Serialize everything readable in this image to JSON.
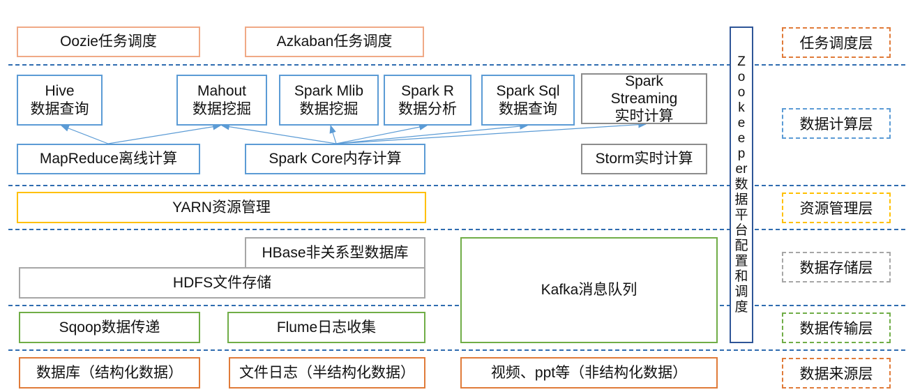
{
  "scheduling_layer": {
    "oozie": "Oozie任务调度",
    "azkaban": "Azkaban任务调度",
    "label": "任务调度层"
  },
  "compute_layer": {
    "hive": [
      "Hive",
      "数据查询"
    ],
    "mahout": [
      "Mahout",
      "数据挖掘"
    ],
    "spark_mlib": [
      "Spark Mlib",
      "数据挖掘"
    ],
    "spark_r": [
      "Spark R",
      "数据分析"
    ],
    "spark_sql": [
      "Spark Sql",
      "数据查询"
    ],
    "spark_streaming": [
      "Spark",
      "Streaming",
      "实时计算"
    ],
    "mapreduce": "MapReduce离线计算",
    "spark_core": "Spark Core内存计算",
    "storm": "Storm实时计算",
    "label": "数据计算层"
  },
  "resource_layer": {
    "yarn": "YARN资源管理",
    "label": "资源管理层"
  },
  "storage_layer": {
    "hbase": "HBase非关系型数据库",
    "hdfs": "HDFS文件存储",
    "kafka": "Kafka消息队列",
    "label": "数据存储层"
  },
  "transport_layer": {
    "sqoop": "Sqoop数据传递",
    "flume": "Flume日志收集",
    "label": "数据传输层"
  },
  "source_layer": {
    "database": "数据库（结构化数据）",
    "file_log": "文件日志（半结构化数据）",
    "video_ppt": "视频、ppt等（非结构化数据）",
    "label": "数据来源层"
  },
  "zookeeper": "Zookeeper数据平台配置和调度",
  "colors": {
    "separator": "#2f6cb0",
    "orange": "#e07b39",
    "blue": "#5b9bd5",
    "yellow": "#ffc000",
    "green": "#70ad47",
    "gray": "#a6a6a6",
    "navy": "#2e5597"
  }
}
